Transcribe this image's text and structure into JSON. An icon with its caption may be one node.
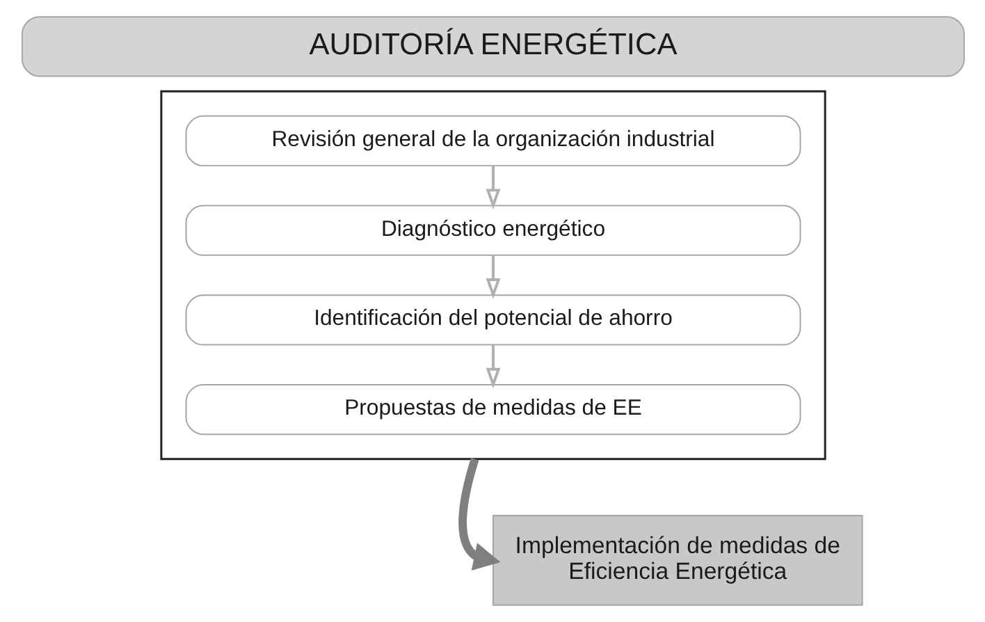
{
  "diagram": {
    "nodes": [
      {
        "text": [
          "AUDITORÍA ENERGÉTICA"
        ]
      },
      {
        "text": [],
        "shape": "box"
      },
      {
        "text": [
          "Revisión general de la organización industrial"
        ],
        "in": 1
      },
      {
        "text": [
          "Diagnóstico energético"
        ],
        "in": 1
      },
      {
        "text": [
          "Identificación del potencial de ahorro"
        ],
        "in": 1
      },
      {
        "text": [
          "Propuestas de medidas de EE"
        ],
        "in": 1
      },
      {
        "text": [
          "Implementación de medidas de Eficiencia Energética"
        ]
      }
    ],
    "edges": [
      {
        "from": 2,
        "to": 3,
        "arrow": "to"
      },
      {
        "from": 3,
        "to": 4,
        "arrow": "to"
      },
      {
        "from": 4,
        "to": 5,
        "arrow": "to"
      },
      {
        "from": 1,
        "to": 6,
        "arrow": "to",
        "style": "thick",
        "color": "#7f7f7f"
      }
    ]
  }
}
